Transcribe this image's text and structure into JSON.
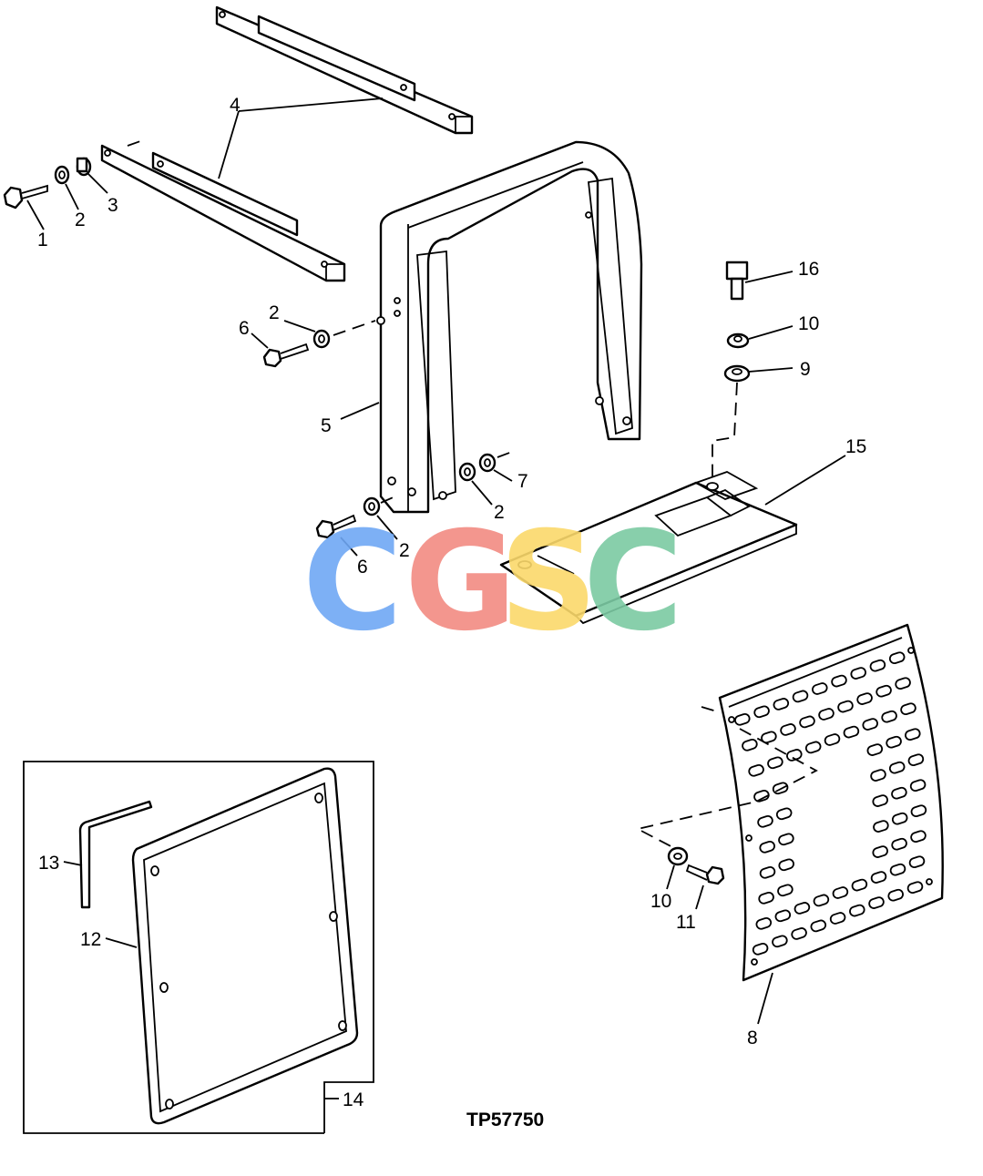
{
  "figure": {
    "id": "TP57750",
    "callouts": [
      {
        "key": "c1",
        "text": "1"
      },
      {
        "key": "c2a",
        "text": "2"
      },
      {
        "key": "c3",
        "text": "3"
      },
      {
        "key": "c4",
        "text": "4"
      },
      {
        "key": "c2b",
        "text": "2"
      },
      {
        "key": "c6a",
        "text": "6"
      },
      {
        "key": "c5",
        "text": "5"
      },
      {
        "key": "c7",
        "text": "7"
      },
      {
        "key": "c2c",
        "text": "2"
      },
      {
        "key": "c2d",
        "text": "2"
      },
      {
        "key": "c6b",
        "text": "6"
      },
      {
        "key": "c16",
        "text": "16"
      },
      {
        "key": "c10a",
        "text": "10"
      },
      {
        "key": "c9",
        "text": "9"
      },
      {
        "key": "c15",
        "text": "15"
      },
      {
        "key": "c13",
        "text": "13"
      },
      {
        "key": "c12",
        "text": "12"
      },
      {
        "key": "c14",
        "text": "14"
      },
      {
        "key": "c10b",
        "text": "10"
      },
      {
        "key": "c11",
        "text": "11"
      },
      {
        "key": "c8",
        "text": "8"
      }
    ]
  },
  "watermark": {
    "letters": [
      {
        "char": "C",
        "color": "#6fa8f5"
      },
      {
        "char": "G",
        "color": "#f28b82"
      },
      {
        "char": "S",
        "color": "#fbd96b"
      },
      {
        "char": "C",
        "color": "#7ccaa3"
      }
    ]
  }
}
